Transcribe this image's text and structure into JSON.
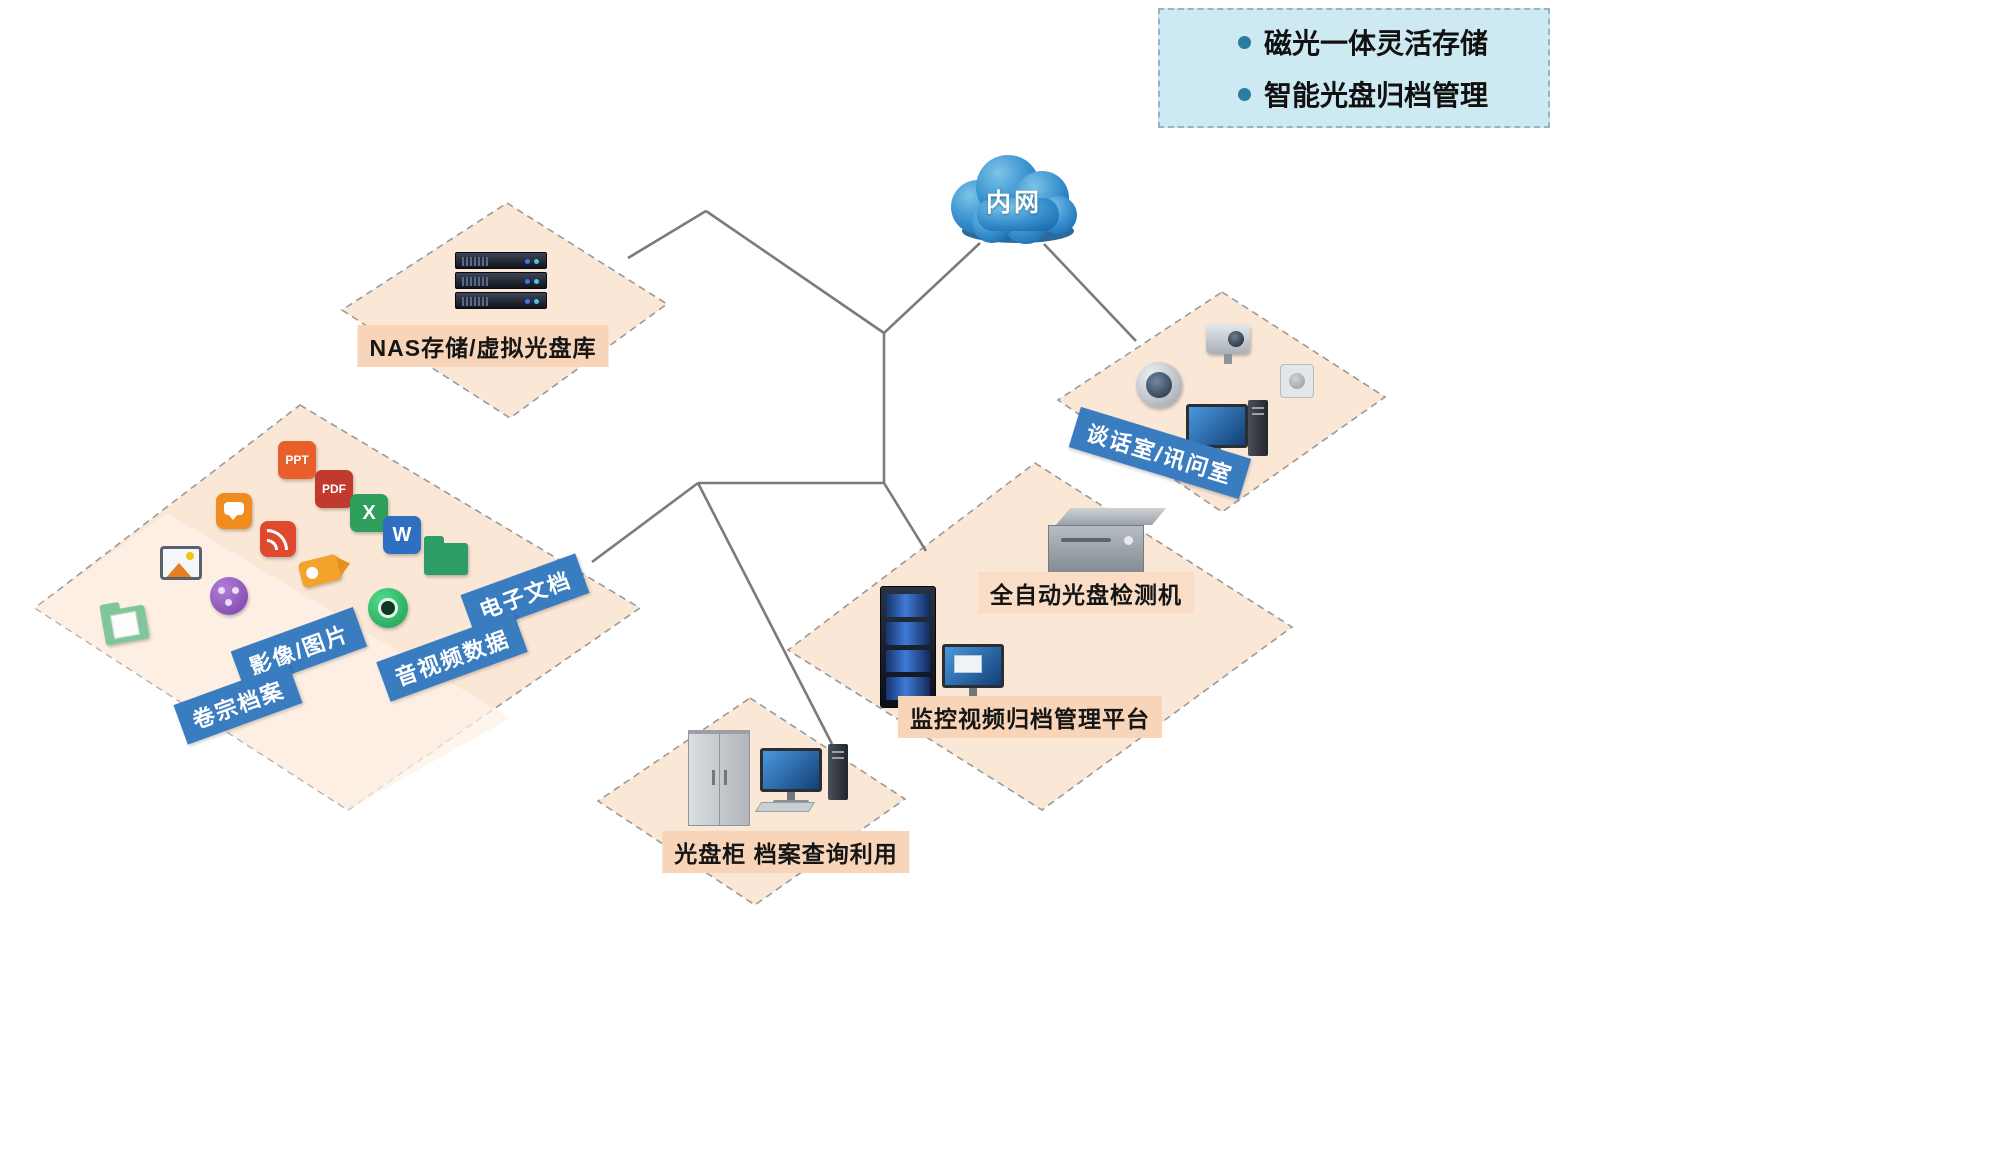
{
  "colors": {
    "zone_fill": "#fbe7d6",
    "zone_border": "#9a9a9a",
    "label_blue": "#3a7cc0",
    "label_peach": "#f8d5b8",
    "legend_bg": "#cde9f1",
    "legend_bullet": "#2b7da0",
    "connector_line": "#7b7b7b",
    "cloud_blue": "#2e86c8"
  },
  "legend": {
    "items": [
      "磁光一体灵活存储",
      "智能光盘归档管理"
    ]
  },
  "cloud": {
    "label": "内网"
  },
  "zones": {
    "nas": {
      "label": "NAS存储/虚拟光盘库"
    },
    "data_sources": {
      "labels": {
        "edoc": "电子文档",
        "av": "音视频数据",
        "images": "影像/图片",
        "dossier": "卷宗档案"
      },
      "file_badges": {
        "ppt": "PPT",
        "pdf": "PDF",
        "excel": "X",
        "word": "W"
      }
    },
    "interview": {
      "label": "谈话室/讯问室"
    },
    "inspection": {
      "detector_label": "全自动光盘检测机",
      "platform_label": "监控视频归档管理平台"
    },
    "cabinet": {
      "label": "光盘柜 档案查询利用"
    }
  },
  "icons": {
    "nas": [
      "server-stack-icon"
    ],
    "data_sources": [
      "ppt-file-icon",
      "pdf-file-icon",
      "excel-file-icon",
      "word-file-icon",
      "folder-icon",
      "photo-icon",
      "chat-icon",
      "audio-icon",
      "camcorder-icon",
      "app-ball-icon",
      "webcam-icon",
      "dossier-folder-icon"
    ],
    "interview": [
      "dome-camera-icon",
      "ptz-camera-icon",
      "desktop-computer-icon",
      "speaker-icon"
    ],
    "inspection": [
      "disc-detector-icon",
      "server-rack-icon",
      "monitor-icon"
    ],
    "cabinet": [
      "disc-cabinet-icon",
      "desktop-computer-icon"
    ]
  }
}
